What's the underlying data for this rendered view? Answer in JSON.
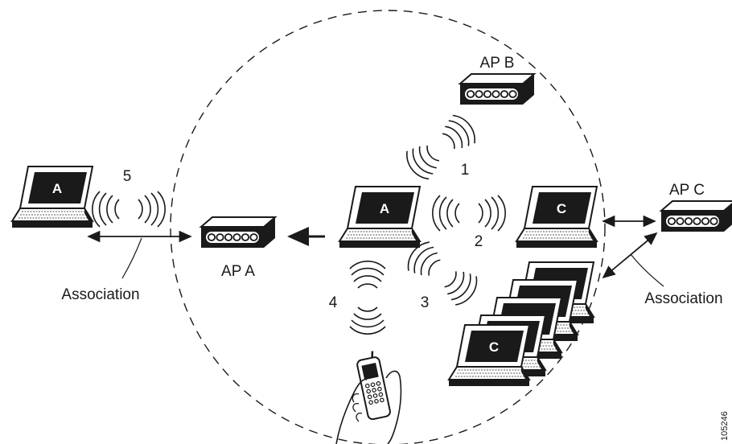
{
  "labels": {
    "ap_a": "AP A",
    "ap_b": "AP B",
    "ap_c": "AP C",
    "association_left": "Association",
    "association_right": "Association",
    "link_1": "1",
    "link_2": "2",
    "link_3": "3",
    "link_4": "4",
    "link_5": "5",
    "client_a": "A",
    "client_c": "C",
    "figure_id": "105246"
  },
  "colors": {
    "ink": "#1a1a1a",
    "screen": "#1a1a1a",
    "screen_text": "#ffffff"
  }
}
